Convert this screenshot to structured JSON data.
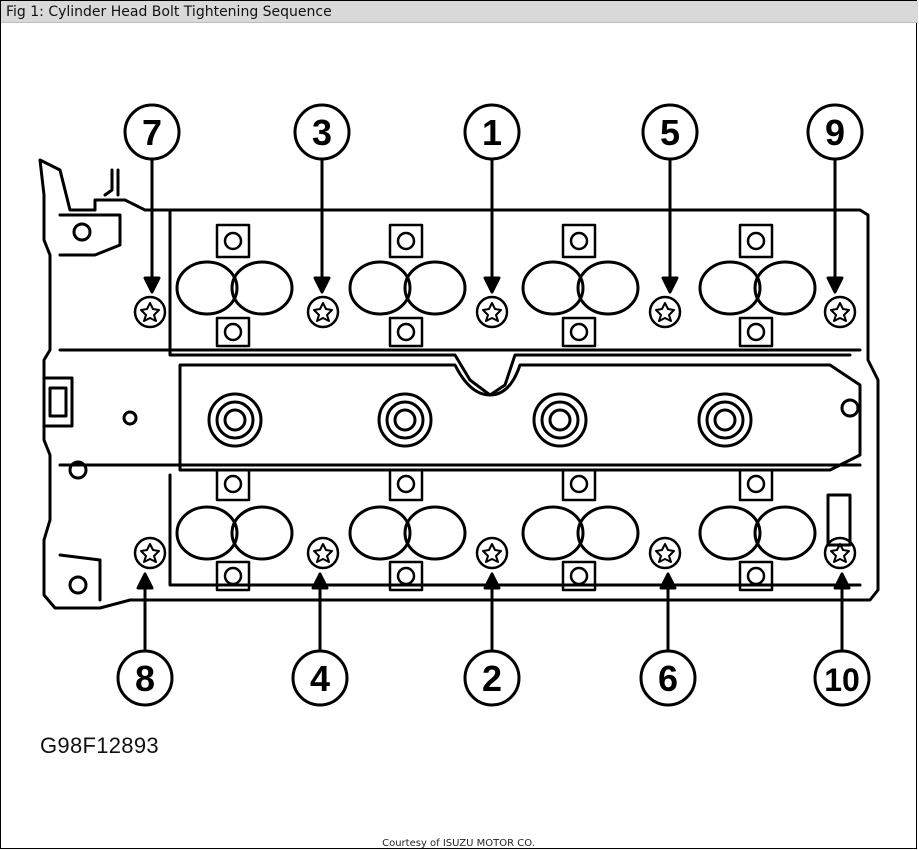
{
  "figure": {
    "title": "Fig 1: Cylinder Head Bolt Tightening Sequence",
    "code": "G98F12893",
    "credit": "Courtesy of ISUZU MOTOR CO."
  },
  "sequence": {
    "top_row": [
      "7",
      "3",
      "1",
      "5",
      "9"
    ],
    "bottom_row": [
      "8",
      "4",
      "2",
      "6",
      "10"
    ]
  },
  "colors": {
    "line": "#000000",
    "paper": "#ffffff",
    "title_bar": "#d9d9d9"
  }
}
